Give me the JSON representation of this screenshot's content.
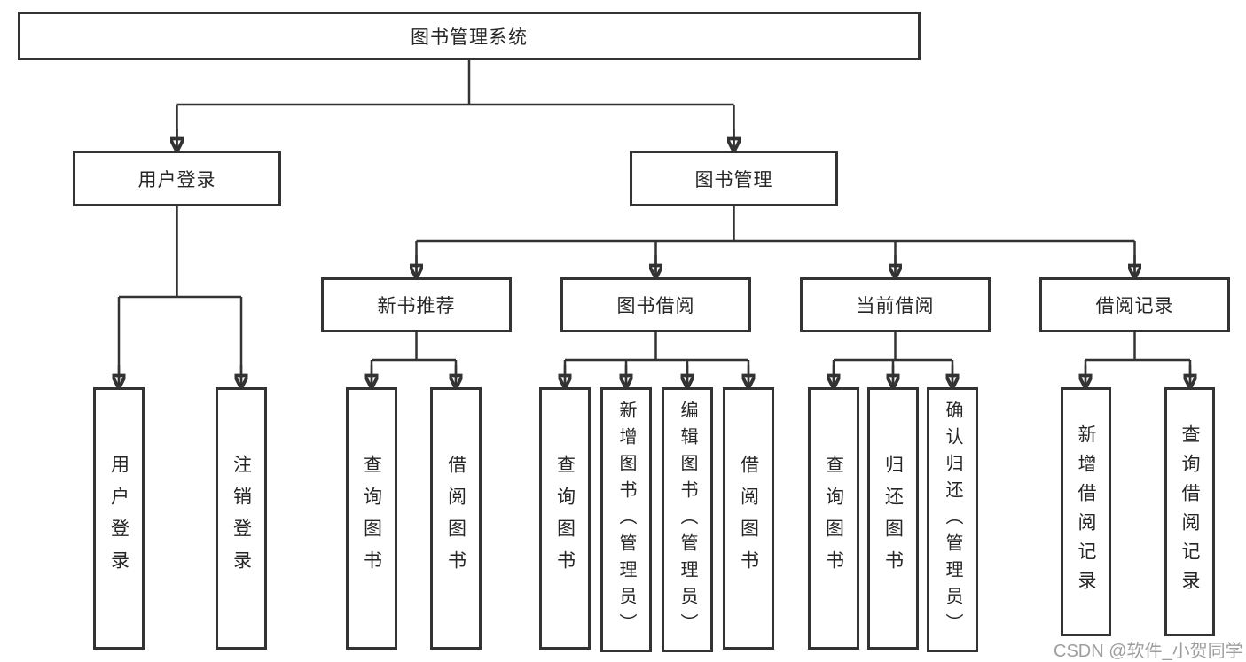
{
  "tree": {
    "label": "图书管理系统",
    "children": [
      {
        "label": "用户登录",
        "children": [
          {
            "label": "用户登录"
          },
          {
            "label": "注销登录"
          }
        ]
      },
      {
        "label": "图书管理",
        "children": [
          {
            "label": "新书推荐",
            "children": [
              {
                "label": "查询图书"
              },
              {
                "label": "借阅图书"
              }
            ]
          },
          {
            "label": "图书借阅",
            "children": [
              {
                "label": "查询图书"
              },
              {
                "label": "新增图书（管理员）"
              },
              {
                "label": "编辑图书（管理员）"
              },
              {
                "label": "借阅图书"
              }
            ]
          },
          {
            "label": "当前借阅",
            "children": [
              {
                "label": "查询图书"
              },
              {
                "label": "归还图书"
              },
              {
                "label": "确认归还（管理员）"
              }
            ]
          },
          {
            "label": "借阅记录",
            "children": [
              {
                "label": "新增借阅记录"
              },
              {
                "label": "查询借阅记录"
              }
            ]
          }
        ]
      }
    ]
  },
  "watermark": {
    "text": "CSDN @软件_小贺同学"
  },
  "colors": {
    "line": "#333333",
    "box_border": "#333333",
    "text": "#262626",
    "background": "#ffffff",
    "watermark": "#9e9e9e"
  }
}
